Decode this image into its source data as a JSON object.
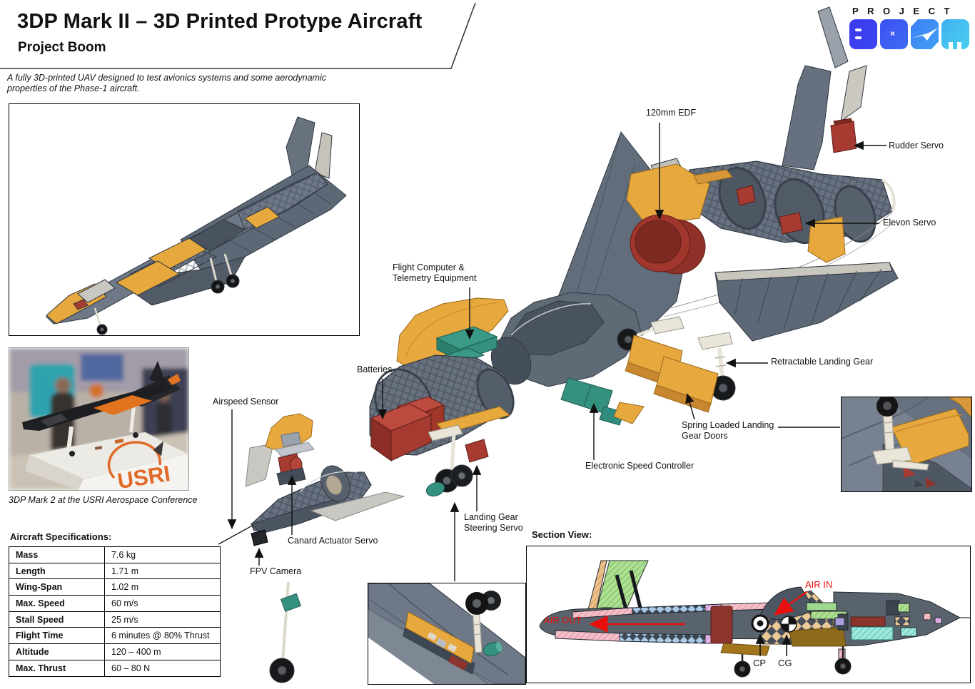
{
  "header": {
    "title": "3DP Mark II – 3D Printed Protype Aircraft",
    "subtitle": "Project Boom",
    "description": "A fully 3D-printed UAV designed to test avionics systems and some aerodynamic\nproperties of the Phase-1 aircraft."
  },
  "logo": {
    "project": "PROJECT",
    "boom": "BOOM",
    "colors": {
      "start": "#3a39ee",
      "end": "#49d0ee"
    }
  },
  "photo": {
    "caption": "3DP Mark 2 at the USRI Aerospace Conference",
    "pedestal_text": "USRI"
  },
  "specs": {
    "heading": "Aircraft Specifications:",
    "rows": [
      {
        "label": "Mass",
        "value": "7.6 kg"
      },
      {
        "label": "Length",
        "value": "1.71 m"
      },
      {
        "label": "Wing-Span",
        "value": "1.02 m"
      },
      {
        "label": "Max. Speed",
        "value": "60 m/s"
      },
      {
        "label": "Stall Speed",
        "value": "25 m/s"
      },
      {
        "label": "Flight Time",
        "value": "6 minutes @ 80% Thrust"
      },
      {
        "label": "Altitude",
        "value": "120 – 400 m"
      },
      {
        "label": "Max. Thrust",
        "value": "60 – 80 N"
      }
    ]
  },
  "exploded": {
    "labels": {
      "edf": "120mm EDF",
      "rudder": "Rudder Servo",
      "elevon": "Elevon Servo",
      "flight_computer": "Flight Computer &\nTelemetry Equipment",
      "batteries": "Batteries",
      "airspeed": "Airspeed Sensor",
      "retractable_gear": "Retractable Landing Gear",
      "gear_doors": "Spring Loaded Landing\nGear Doors",
      "esc": "Electronic Speed Controller",
      "steering_servo": "Landing Gear\nSteering Servo",
      "canard_servo": "Canard Actuator Servo",
      "fpv": "FPV Camera"
    }
  },
  "section_view": {
    "heading": "Section View:",
    "labels": {
      "air_in": "AIR IN",
      "air_out": "AIR OUT",
      "cp": "CP",
      "cg": "CG"
    }
  },
  "colors": {
    "airframe_gray": "#67717f",
    "panel_orange": "#e7a83e",
    "component_red": "#a83b31",
    "electronics_teal": "#35917f",
    "gear_cream": "#e9e5d9",
    "annotation_red": "#e8100c"
  }
}
